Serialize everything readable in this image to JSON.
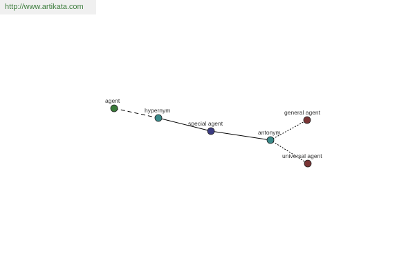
{
  "header": {
    "url": "http://www.artikata.com"
  },
  "colors": {
    "url_text": "#3f7f3f",
    "url_bg": "#f0f0f0",
    "edge": "#000000",
    "node_outline": "#222222"
  },
  "graph": {
    "nodes": [
      {
        "id": "agent",
        "label": "agent",
        "color": "#3a7a3a"
      },
      {
        "id": "hypernym",
        "label": "hypernym",
        "color": "#3a8a8a"
      },
      {
        "id": "special",
        "label": "special agent",
        "color": "#3a3a80"
      },
      {
        "id": "antonym",
        "label": "antonym",
        "color": "#3a8a8a"
      },
      {
        "id": "general",
        "label": "general agent",
        "color": "#7a3535"
      },
      {
        "id": "universal",
        "label": "universal agent",
        "color": "#7a3535"
      }
    ],
    "edges": [
      {
        "from": "agent",
        "to": "hypernym",
        "style": "dashed"
      },
      {
        "from": "hypernym",
        "to": "special",
        "style": "solid"
      },
      {
        "from": "special",
        "to": "antonym",
        "style": "solid"
      },
      {
        "from": "antonym",
        "to": "general",
        "style": "dotted"
      },
      {
        "from": "antonym",
        "to": "universal",
        "style": "dotted"
      }
    ]
  }
}
